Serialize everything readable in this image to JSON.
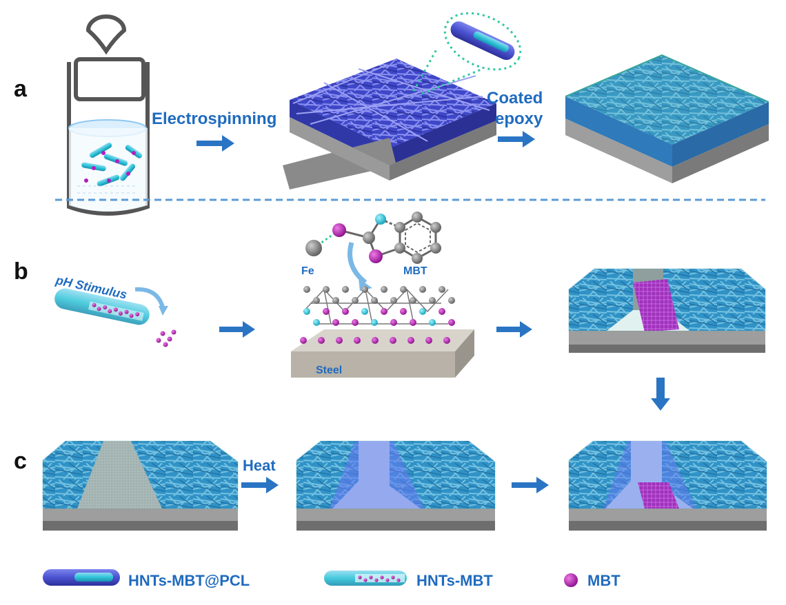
{
  "panels": {
    "a": {
      "letter": "a",
      "step1": "Electrospinning",
      "step2_line1": "Coated",
      "step2_line2": "epoxy"
    },
    "b": {
      "letter": "b",
      "stimulus": "pH Stimulus",
      "fe": "Fe",
      "mbt": "MBT",
      "steel": "Steel"
    },
    "c": {
      "letter": "c",
      "heat": "Heat"
    }
  },
  "legend": {
    "item1": "HNTs-MBT@PCL",
    "item2": "HNTs-MBT",
    "item3": "MBT"
  },
  "colors": {
    "label_blue": "#1f6bbf",
    "arrow_blue": "#2a74c4",
    "fiber": "#5b62d8",
    "epoxy": "#3aa69a",
    "mbt": "#a0189e",
    "hnt": "#30c4d8",
    "steel": "#9e9e9e"
  }
}
